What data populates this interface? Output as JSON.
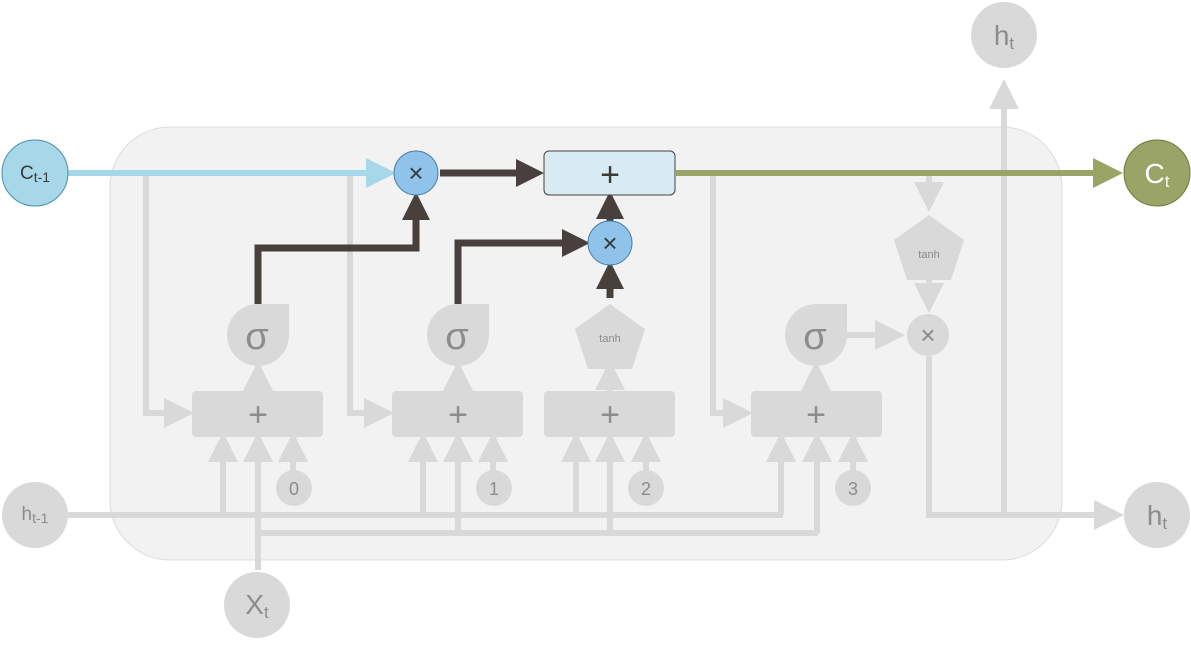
{
  "colors": {
    "background": "#ffffff",
    "cell_fill": "#f2f2f2",
    "cell_stroke": "#dcdcdc",
    "gray_element": "#d9d9d9",
    "gray_text": "#8c8c8c",
    "dark_arrow": "#47403c",
    "cell_state_in": "#a6d8ea",
    "cell_state_in_line": "#a6d8ea",
    "cell_state_out": "#9aa466",
    "cell_state_out_line": "#9aa466",
    "mult_node": "#8fc3ea",
    "add_box": "#d8ebf3",
    "dark_text": "#3a3a3a"
  },
  "inputs": {
    "c_prev": {
      "main": "C",
      "sub": "t-1"
    },
    "h_prev": {
      "main": "h",
      "sub": "t-1"
    },
    "x": {
      "main": "X",
      "sub": "t"
    }
  },
  "outputs": {
    "c": {
      "main": "C",
      "sub": "t"
    },
    "h_top": {
      "main": "h",
      "sub": "t"
    },
    "h_right": {
      "main": "h",
      "sub": "t"
    }
  },
  "operators": {
    "plus": "+",
    "times": "×",
    "sigma": "σ",
    "tanh": "tanh"
  },
  "gate_indices": [
    "0",
    "1",
    "2",
    "3"
  ]
}
